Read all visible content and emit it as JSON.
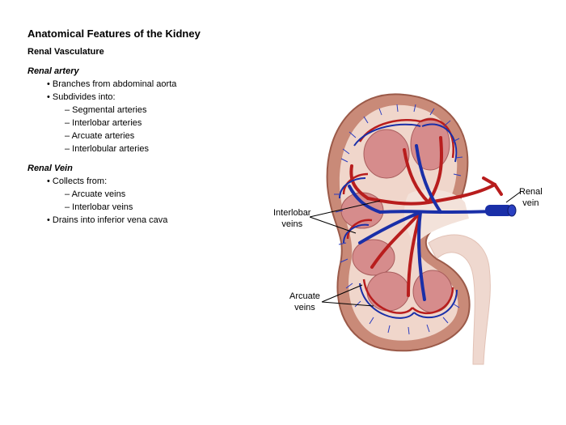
{
  "title": "Anatomical Features of the Kidney",
  "subtitle": "Renal Vasculature",
  "artery": {
    "heading": "Renal artery",
    "items": [
      "• Branches from abdominal aorta",
      "• Subdivides into:",
      "– Segmental arteries",
      "– Interlobar arteries",
      "– Arcuate arteries",
      "– Interlobular arteries"
    ]
  },
  "vein": {
    "heading": "Renal Vein",
    "items": [
      "• Collects from:",
      "– Arcuate veins",
      "– Interlobar veins",
      "• Drains into inferior vena cava"
    ]
  },
  "labels": {
    "renal_vein": [
      "Renal",
      "vein"
    ],
    "interlobar_veins": [
      "Interlobar",
      "veins"
    ],
    "arcuate_veins": [
      "Arcuate",
      "veins"
    ]
  },
  "colors": {
    "vein": "#1a2fa8",
    "artery": "#b81d1d",
    "capsule": "#c98a78",
    "pyramid": "#d68c8c",
    "ureter": "#efd8cf"
  }
}
